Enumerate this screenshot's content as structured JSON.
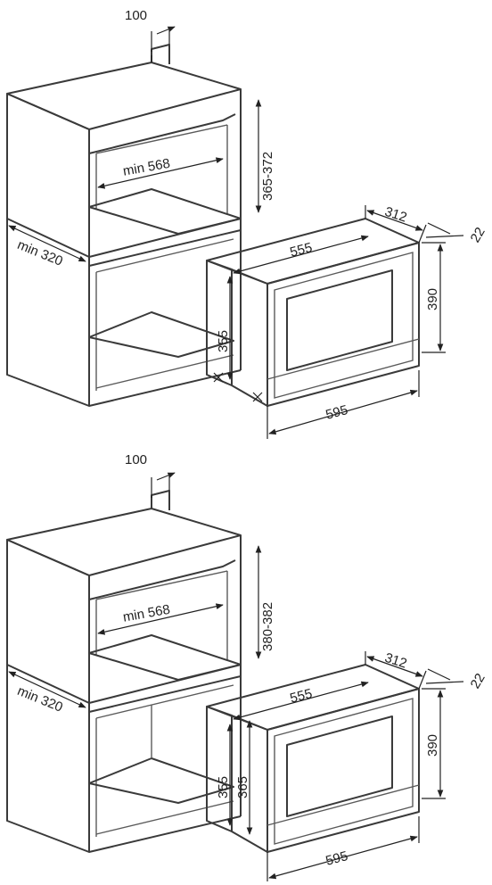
{
  "diagrams": [
    {
      "top_clearance": "100",
      "niche_height": "365-372",
      "niche_width": "min 568",
      "niche_depth": "min 320",
      "oven_depth": "312",
      "front_offset": "22",
      "oven_width_body": "555",
      "oven_height_front": "390",
      "oven_height_body": "355",
      "oven_width_front": "595"
    },
    {
      "top_clearance": "100",
      "niche_height": "380-382",
      "niche_width": "min 568",
      "niche_depth": "min 320",
      "oven_depth": "312",
      "front_offset": "22",
      "oven_width_body": "555",
      "oven_height_front": "390",
      "oven_height_body": "355",
      "oven_height_body_alt": "365",
      "oven_width_front": "595"
    }
  ]
}
